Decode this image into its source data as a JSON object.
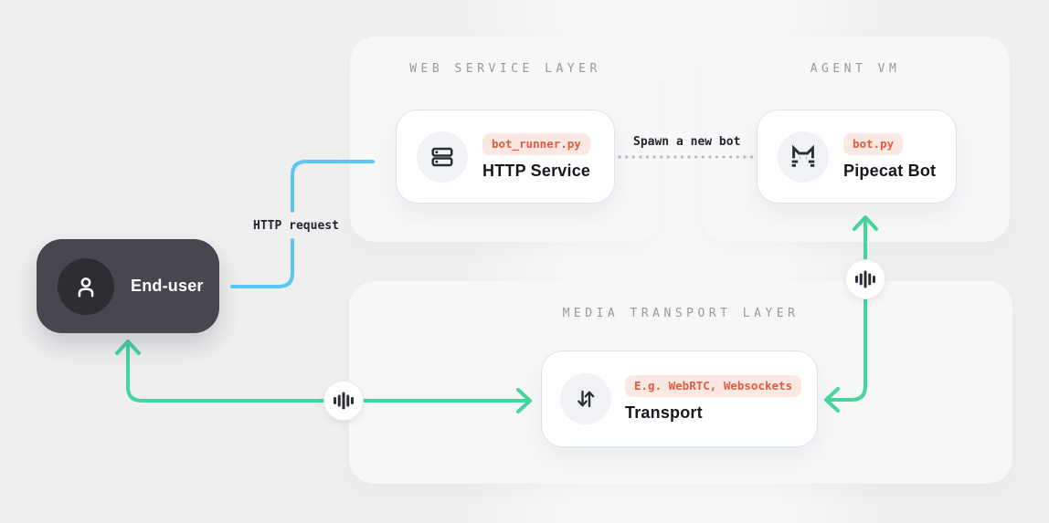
{
  "colors": {
    "page_bg": "#efeff0",
    "panel_bg": "#f7f7f8",
    "panel_title_text": "#98999d",
    "card_bg": "#ffffff",
    "card_border": "#dde3ee",
    "icon_circle_bg": "#f1f2f5",
    "title_text": "#16181d",
    "tag_bg": "#fae8e2",
    "tag_text": "#e25a3f",
    "dark_node_bg": "#47484f",
    "dark_node_circle_bg": "#2c2e34",
    "label_text": "#23262d",
    "blue": "#58c9f3",
    "green": "#45d6a0",
    "dotted": "#b9bdc4",
    "icon_dark": "#2b2e35"
  },
  "panels": {
    "web_service": {
      "title": "WEB SERVICE LAYER"
    },
    "agent_vm": {
      "title": "AGENT VM"
    },
    "media_transport": {
      "title": "MEDIA TRANSPORT LAYER"
    }
  },
  "nodes": {
    "end_user": {
      "label": "End-user",
      "icon": "person-icon"
    },
    "http_service": {
      "title": "HTTP Service",
      "tag": "bot_runner.py",
      "icon": "server-icon"
    },
    "pipecat_bot": {
      "title": "Pipecat Bot",
      "tag": "bot.py",
      "icon": "pipecat-cat-icon"
    },
    "transport": {
      "title": "Transport",
      "tag": "E.g. WebRTC, Websockets",
      "icon": "transfer-arrows-icon"
    }
  },
  "connectors": {
    "http_request": {
      "label": "HTTP request",
      "from": "End-user",
      "to": "HTTP Service",
      "style": "solid-blue"
    },
    "spawn_bot": {
      "label": "Spawn a new bot",
      "from": "HTTP Service",
      "to": "Pipecat Bot",
      "style": "dotted-gray"
    },
    "user_media": {
      "from": "Transport",
      "to": "End-user",
      "bidirectional": true,
      "style": "solid-green",
      "midpoint_icon": "waveform-icon"
    },
    "bot_media": {
      "from": "Transport",
      "to": "Pipecat Bot",
      "bidirectional": true,
      "style": "solid-green",
      "midpoint_icon": "waveform-icon"
    }
  }
}
